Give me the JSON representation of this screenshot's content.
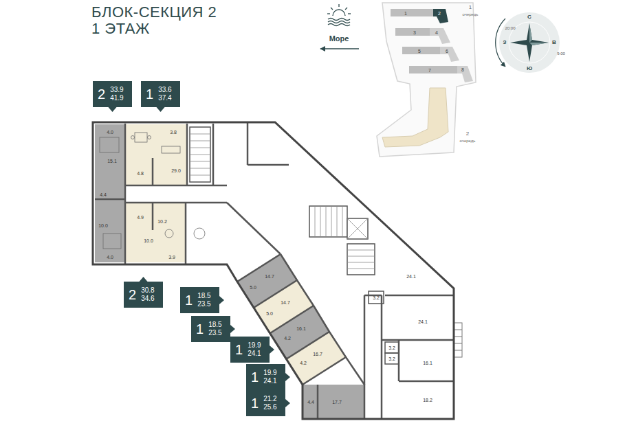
{
  "diagram": {
    "title": "БЛОК-СЕКЦИЯ 2 1 ЭТАЖ",
    "nodes": [
      {
        "text": [
          "2",
          "33.9",
          "41.9"
        ]
      },
      {
        "text": [
          "1",
          "33.6",
          "37.4"
        ]
      },
      {
        "text": [
          "2",
          "30.8",
          "34.6"
        ]
      },
      {
        "text": [
          "1",
          "18.5",
          "23.5"
        ]
      },
      {
        "text": [
          "1",
          "18.5",
          "23.5"
        ]
      },
      {
        "text": [
          "1",
          "19.9",
          "24.1"
        ]
      },
      {
        "text": [
          "1",
          "19.9",
          "24.1"
        ]
      },
      {
        "text": [
          "1",
          "21.2",
          "25.6"
        ]
      }
    ],
    "labels": [
      "Море",
      "1",
      "2",
      "3",
      "4",
      "5",
      "6",
      "7",
      "8",
      "1",
      "очередь",
      "2",
      "очередь",
      "С",
      "В",
      "Ю",
      "З",
      "20:00",
      "9:00",
      "4.0",
      "15.1",
      "4.4",
      "10.0",
      "4.0",
      "3.8",
      "29.0",
      "4.8",
      "4.9",
      "10.2",
      "10.0",
      "3.9",
      "14.7",
      "5.0",
      "14.7",
      "5.0",
      "16.1",
      "4.2",
      "16.7",
      "4.2",
      "17.7",
      "4.4",
      "24.1",
      "24.1",
      "3.2",
      "3.2",
      "16.1",
      "18.2",
      "3.2"
    ]
  }
}
